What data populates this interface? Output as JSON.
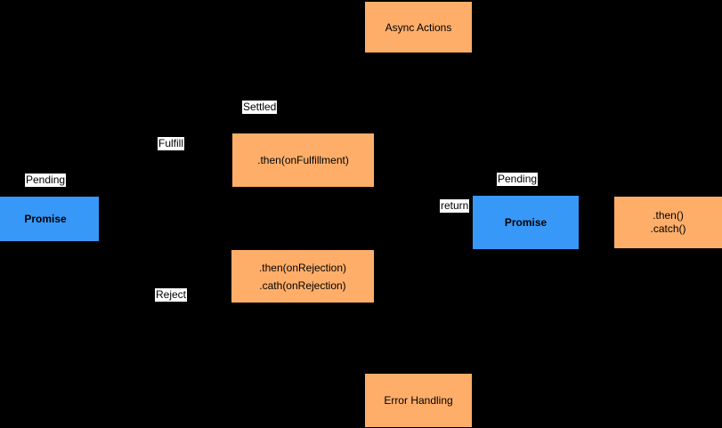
{
  "colors": {
    "background": "#000000",
    "node_orange": "#FFAE69",
    "node_blue": "#3898F7",
    "edge_label_bg": "#FFFFFF",
    "text": "#000000"
  },
  "nodes": {
    "async_actions": {
      "label": "Async Actions"
    },
    "then_fulfillment": {
      "label": ".then(onFulfillment)"
    },
    "promise_left": {
      "label": "Promise"
    },
    "then_rejection": {
      "line1": ".then(onRejection)",
      "line2": ".cath(onRejection)"
    },
    "promise_right": {
      "label": "Promise"
    },
    "then_catch": {
      "line1": ".then()",
      "line2": ".catch()"
    },
    "error_handling": {
      "label": "Error Handling"
    }
  },
  "edge_labels": {
    "pending_left": "Pending",
    "fulfill": "Fulfill",
    "settled": "Settled",
    "reject": "Reject",
    "return_label": "return",
    "pending_right": "Pending"
  }
}
